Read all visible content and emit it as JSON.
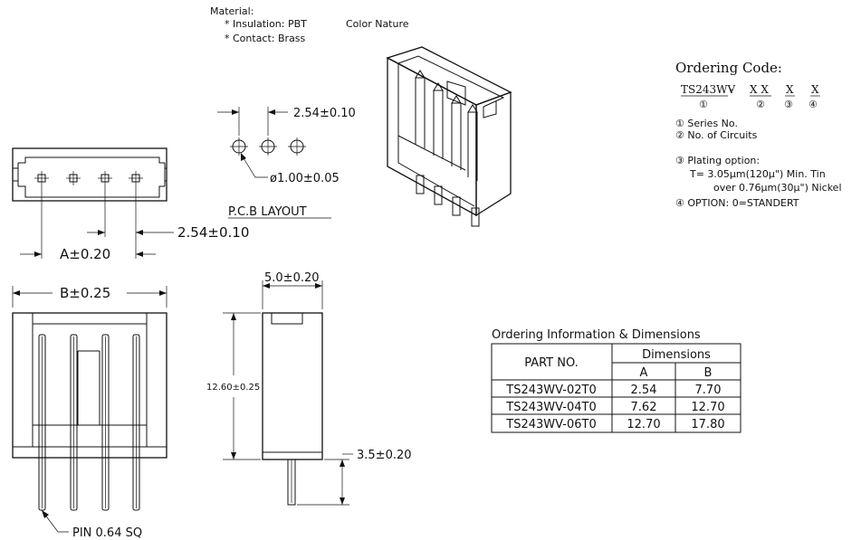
{
  "material": {
    "heading": "Material:",
    "insulation": "* Insulation: PBT",
    "contact": "* Contact: Brass",
    "color": "Color Nature"
  },
  "pcb_layout": {
    "pitch": "2.54±0.10",
    "hole": "ø1.00±0.05",
    "label": "P.C.B LAYOUT"
  },
  "top_view": {
    "pitch": "2.54±0.10",
    "dim_a": "A±0.20"
  },
  "front_view": {
    "dim_b": "B±0.25",
    "pin": "PIN 0.64 SQ"
  },
  "side_view": {
    "width": "5.0±0.20",
    "height": "12.60±0.25",
    "pin_length": "3.5±0.20"
  },
  "ordering_code": {
    "title": "Ordering Code:",
    "series": "TS243WV",
    "dash": "-",
    "parts": [
      "X X",
      "X",
      "X"
    ],
    "marks": [
      "①",
      "②",
      "③",
      "④"
    ],
    "items": [
      "① Series No.",
      "② No. of Circuits",
      "③ Plating option:",
      "T= 3.05μm(120μ\") Min. Tin",
      "over 0.76μm(30μ\") Nickel",
      "④ OPTION: 0=STANDERT"
    ]
  },
  "ordering_table": {
    "title": "Ordering Information & Dimensions",
    "part_header": "PART NO.",
    "dim_header": "Dimensions",
    "col_a": "A",
    "col_b": "B",
    "rows": [
      {
        "part": "TS243WV-02T0",
        "a": "2.54",
        "b": "7.70"
      },
      {
        "part": "TS243WV-04T0",
        "a": "7.62",
        "b": "12.70"
      },
      {
        "part": "TS243WV-06T0",
        "a": "12.70",
        "b": "17.80"
      }
    ]
  }
}
